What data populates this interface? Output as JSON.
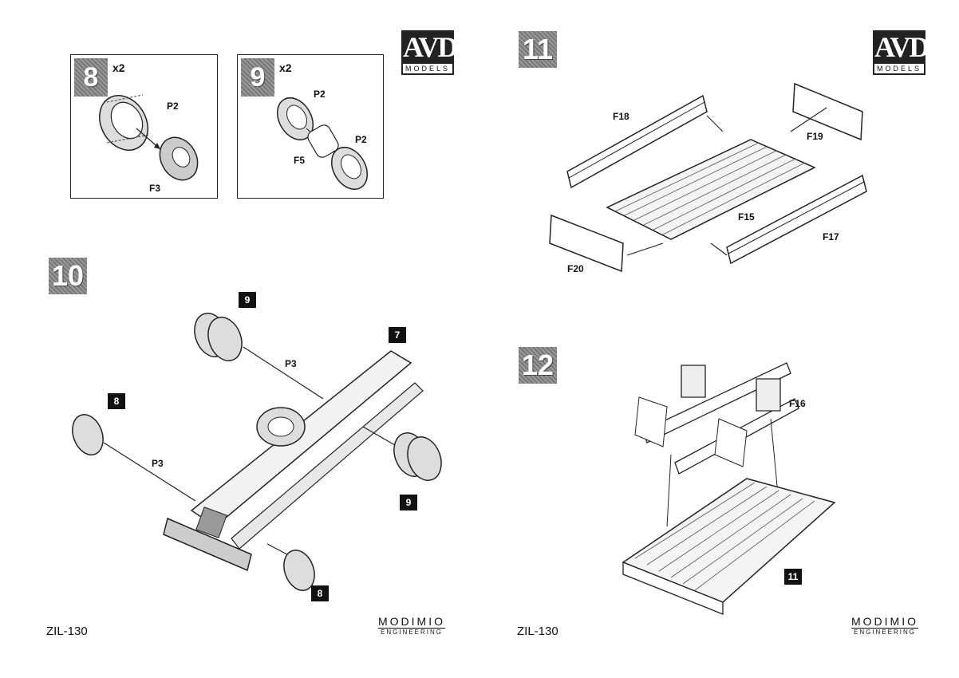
{
  "logo": {
    "brand": "AVD",
    "sub": "MODELS"
  },
  "footer": {
    "model": "ZIL-130",
    "maker": "MODIMIO",
    "maker_sub": "ENGINEERING"
  },
  "left_page": {
    "step8": {
      "number": "8",
      "multiplier": "x2",
      "parts": [
        "P2",
        "F3"
      ]
    },
    "step9": {
      "number": "9",
      "multiplier": "x2",
      "parts": [
        "P2",
        "F5",
        "P2"
      ]
    },
    "step10": {
      "number": "10",
      "refs": [
        "9",
        "7",
        "8",
        "9",
        "8"
      ],
      "parts": [
        "P3",
        "P3"
      ]
    }
  },
  "right_page": {
    "step11": {
      "number": "11",
      "parts": [
        "F18",
        "F19",
        "F15",
        "F17",
        "F20"
      ]
    },
    "step12": {
      "number": "12",
      "parts": [
        "F16"
      ],
      "refs": [
        "11"
      ]
    }
  }
}
